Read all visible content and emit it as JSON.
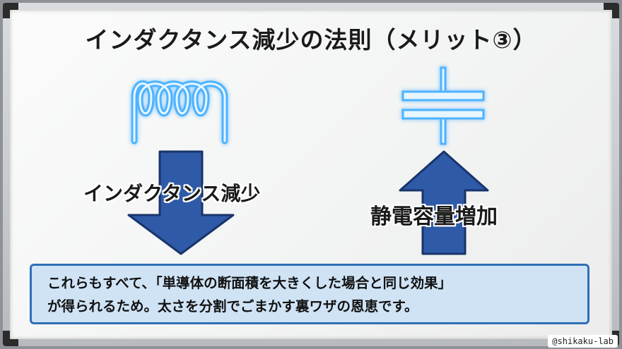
{
  "title": "インダクタンス減少の法則（メリット③）",
  "left_label": "インダクタンス減少",
  "right_label": "静電容量増加",
  "note": {
    "line1": "これらもすべて、「単導体の断面積を大きくした場合と同じ効果」",
    "line2": "が得られるため。太さを分割でごまかす裏ワザの恩恵です。"
  },
  "credit": "@shikaku-lab",
  "colors": {
    "arrow_fill": "#2f5aa8",
    "arrow_stroke": "#18346b",
    "glow_blue": "#4db3ff",
    "note_bg": "#cfe3f5",
    "note_border": "#2e6fb6"
  },
  "icons": [
    "coil-icon",
    "capacitor-icon",
    "down-arrow-icon",
    "up-arrow-icon"
  ]
}
